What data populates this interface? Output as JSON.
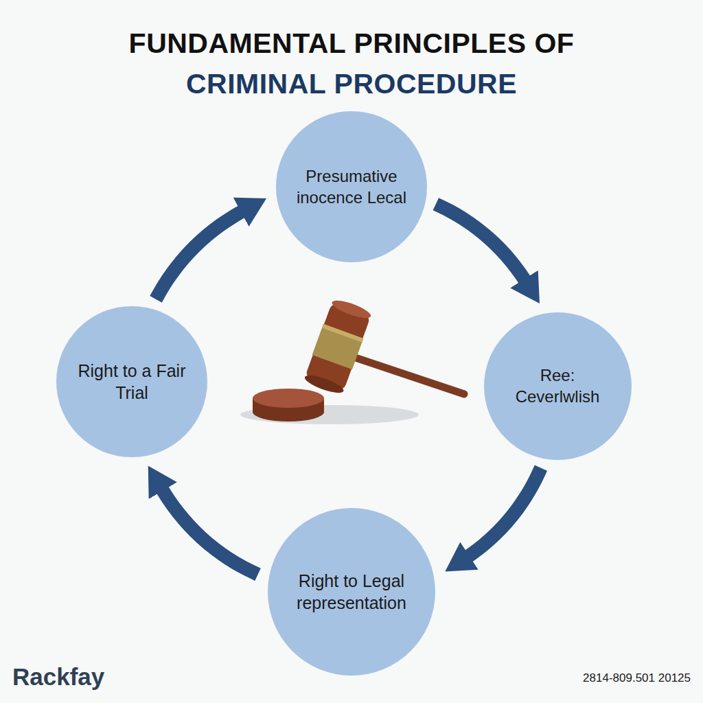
{
  "diagram": {
    "title": "FUNDAMENTAL PRINCIPLES OF CRIMINAL PROCEDURE",
    "nodes": [
      {
        "text": [
          "Presumative inocence Lecal"
        ]
      },
      {
        "text": [
          "Right to a Fair Trial"
        ]
      },
      {
        "text": [
          "Ree: Ceverlwlish"
        ]
      },
      {
        "text": [
          "Right to Legal representation"
        ]
      }
    ],
    "edges": [
      {
        "from": 0,
        "to": 2,
        "arrow": "to"
      },
      {
        "from": 2,
        "to": 3,
        "arrow": "to"
      },
      {
        "from": 3,
        "to": 1,
        "arrow": "to"
      },
      {
        "from": 1,
        "to": 0,
        "arrow": "to"
      }
    ],
    "labels": [
      "Rackfay",
      "2814-809.501 20125"
    ]
  }
}
